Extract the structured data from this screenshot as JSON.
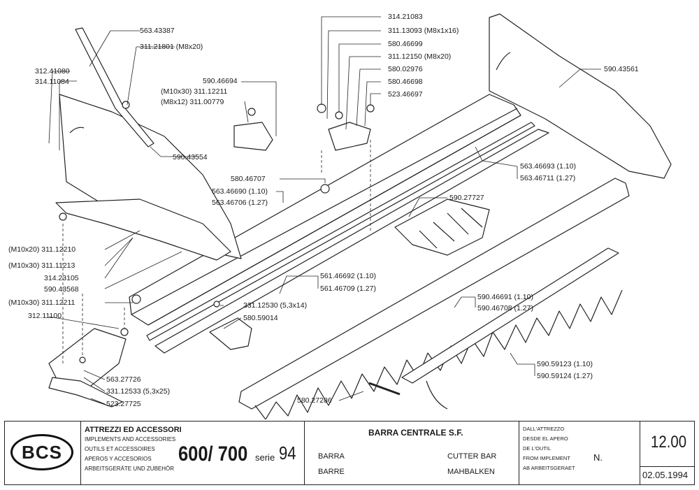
{
  "labels": {
    "l1": "563.43387",
    "l2": "311.21801 (M8x20)",
    "l3": "312.41080",
    "l4": "314.11084",
    "l5": "590.46694",
    "l6": "(M10x30) 311.12211",
    "l7": "(M8x12) 311.00779",
    "l8": "590.43554",
    "l9": "314.21083",
    "l10": "311.13093 (M8x1x16)",
    "l11": "580.46699",
    "l12": "311.12150 (M8x20)",
    "l13": "580.02976",
    "l14": "580.46698",
    "l15": "523.46697",
    "l16": "590.43561",
    "l17": "563.46693 (1.10)",
    "l18": "563.46711 (1.27)",
    "l19": "580.46707",
    "l20": "563.46690 (1.10)",
    "l21": "563.46706 (1.27)",
    "l22": "590.27727",
    "l23": "(M10x20) 311.12210",
    "l24": "(M10x30) 311.11213",
    "l25": "314.23105",
    "l26": "590.43568",
    "l27": "(M10x30) 311.12211",
    "l28": "312.11100",
    "l29": "561.46692 (1.10)",
    "l30": "561.46709 (1.27)",
    "l31": "331.12530 (5,3x14)",
    "l32": "580.59014",
    "l33": "590.46691 (1.10)",
    "l34": "590.46708 (1.27)",
    "l35": "590.59123 (1.10)",
    "l36": "590.59124 (1.27)",
    "l37": "563.27726",
    "l38": "331.12533 (5,3x25)",
    "l39": "523.27725",
    "l40": "580.27286"
  },
  "titleblock": {
    "logo": "BCS",
    "heading": "ATTREZZI ED ACCESSORI",
    "sub1": "IMPLEMENTS AND ACCESSORIES",
    "sub2": "OUTILS ET ACCESSOIRES",
    "sub3": "APEROS Y ACCESORIOS",
    "sub4": "ARBEITSGERÄTE UND ZUBEHÖR",
    "model": "600/ 700",
    "serie_label": "serie",
    "serie_num": "94",
    "part_title": "BARRA CENTRALE S.F.",
    "it": "BARRA",
    "en": "CUTTER BAR",
    "fr": "BARRE",
    "de": "MAHBALKEN",
    "from1": "DALL'ATTREZZO",
    "from2": "DESDE EL APERO",
    "from3": "DE L'OUTIL",
    "from4": "FROM IMPLEMENT",
    "from5": "AB ARBEITSGERAET",
    "n_label": "N.",
    "page": "12.00",
    "date": "02.05.1994"
  }
}
